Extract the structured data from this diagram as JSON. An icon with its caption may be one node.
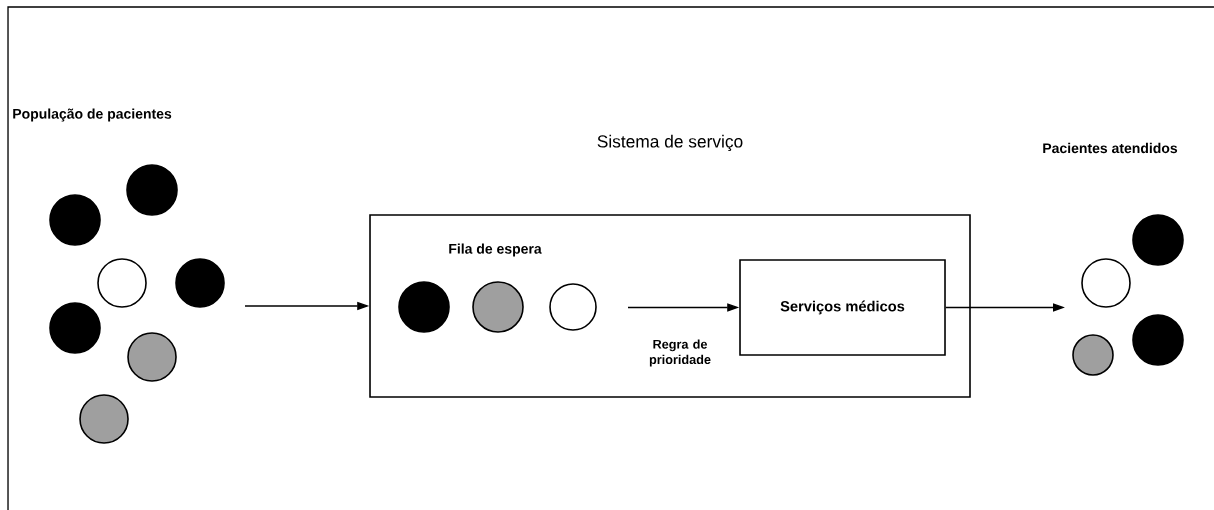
{
  "diagram": {
    "nodes": [
      {
        "text": [],
        "shape": "circle"
      },
      {
        "text": [],
        "shape": "circle"
      },
      {
        "text": [],
        "shape": "circle"
      },
      {
        "text": [],
        "shape": "circle"
      },
      {
        "text": [],
        "shape": "circle"
      },
      {
        "text": [],
        "shape": "circle"
      },
      {
        "text": [],
        "shape": "circle"
      },
      {
        "text": [
          "Sistema de serviço"
        ]
      },
      {
        "text": [],
        "shape": "circle",
        "in": 7
      },
      {
        "text": [],
        "shape": "circle",
        "in": 7
      },
      {
        "text": [],
        "shape": "circle",
        "in": 7
      },
      {
        "text": [
          "Serviços médicos"
        ],
        "in": 7
      },
      {
        "text": [],
        "shape": "circle"
      },
      {
        "text": [],
        "shape": "circle"
      },
      {
        "text": [],
        "shape": "circle"
      },
      {
        "text": [],
        "shape": "circle"
      }
    ],
    "edges": [
      {
        "from": null,
        "to": 7,
        "arrow": "to"
      },
      {
        "from": null,
        "to": 11,
        "arrow": "to",
        "label": "Regra de prioridade"
      },
      {
        "from": 11,
        "to": null,
        "arrow": "to"
      }
    ],
    "labels": [
      "População de pacientes",
      "Fila de espera",
      "Pacientes atendidos"
    ]
  }
}
